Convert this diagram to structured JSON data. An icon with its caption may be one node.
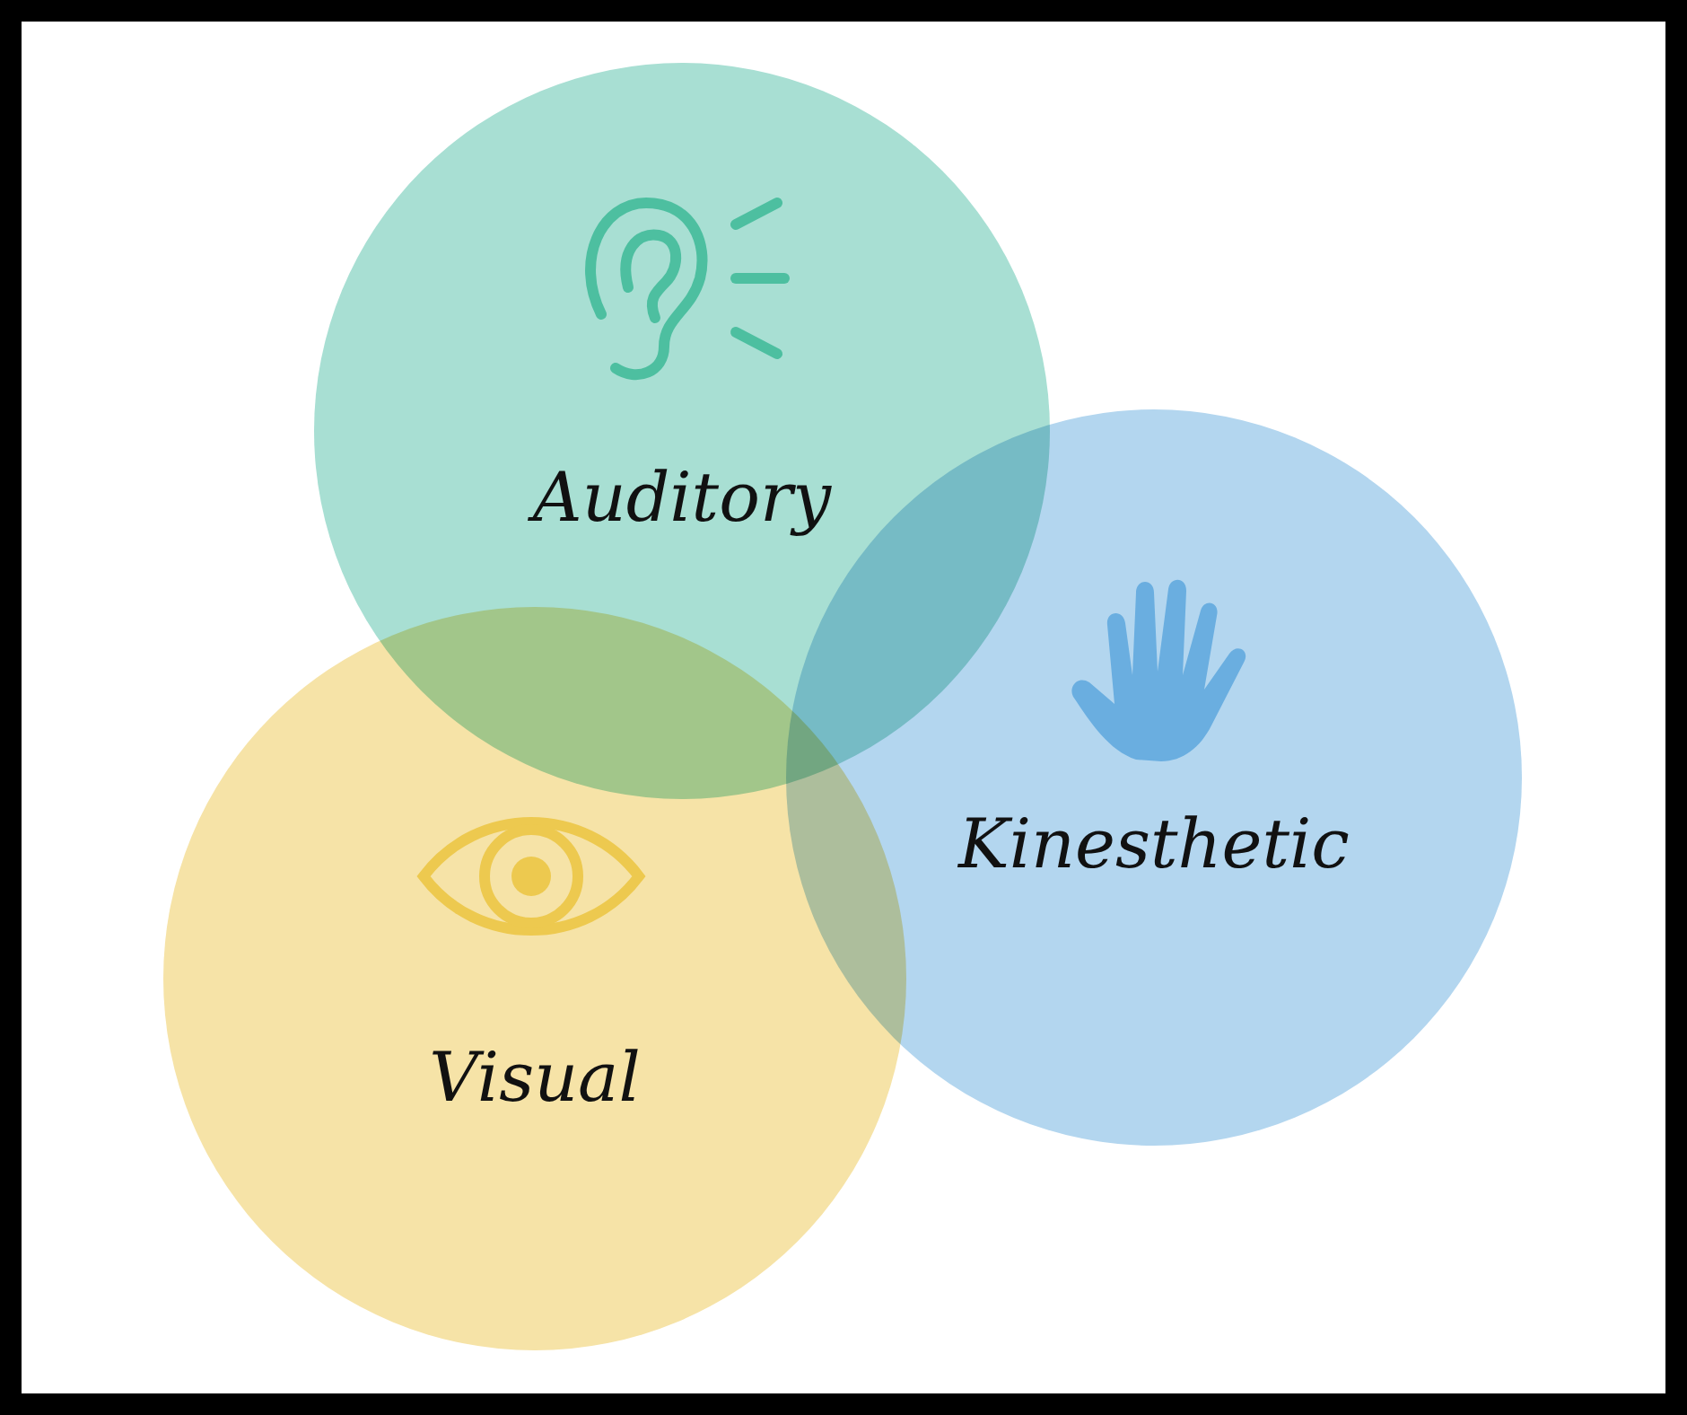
{
  "diagram": {
    "nodes": [
      {
        "text": [
          "Auditory"
        ]
      },
      {
        "text": [
          "Kinesthetic"
        ]
      },
      {
        "text": [
          "Visual"
        ]
      }
    ]
  }
}
